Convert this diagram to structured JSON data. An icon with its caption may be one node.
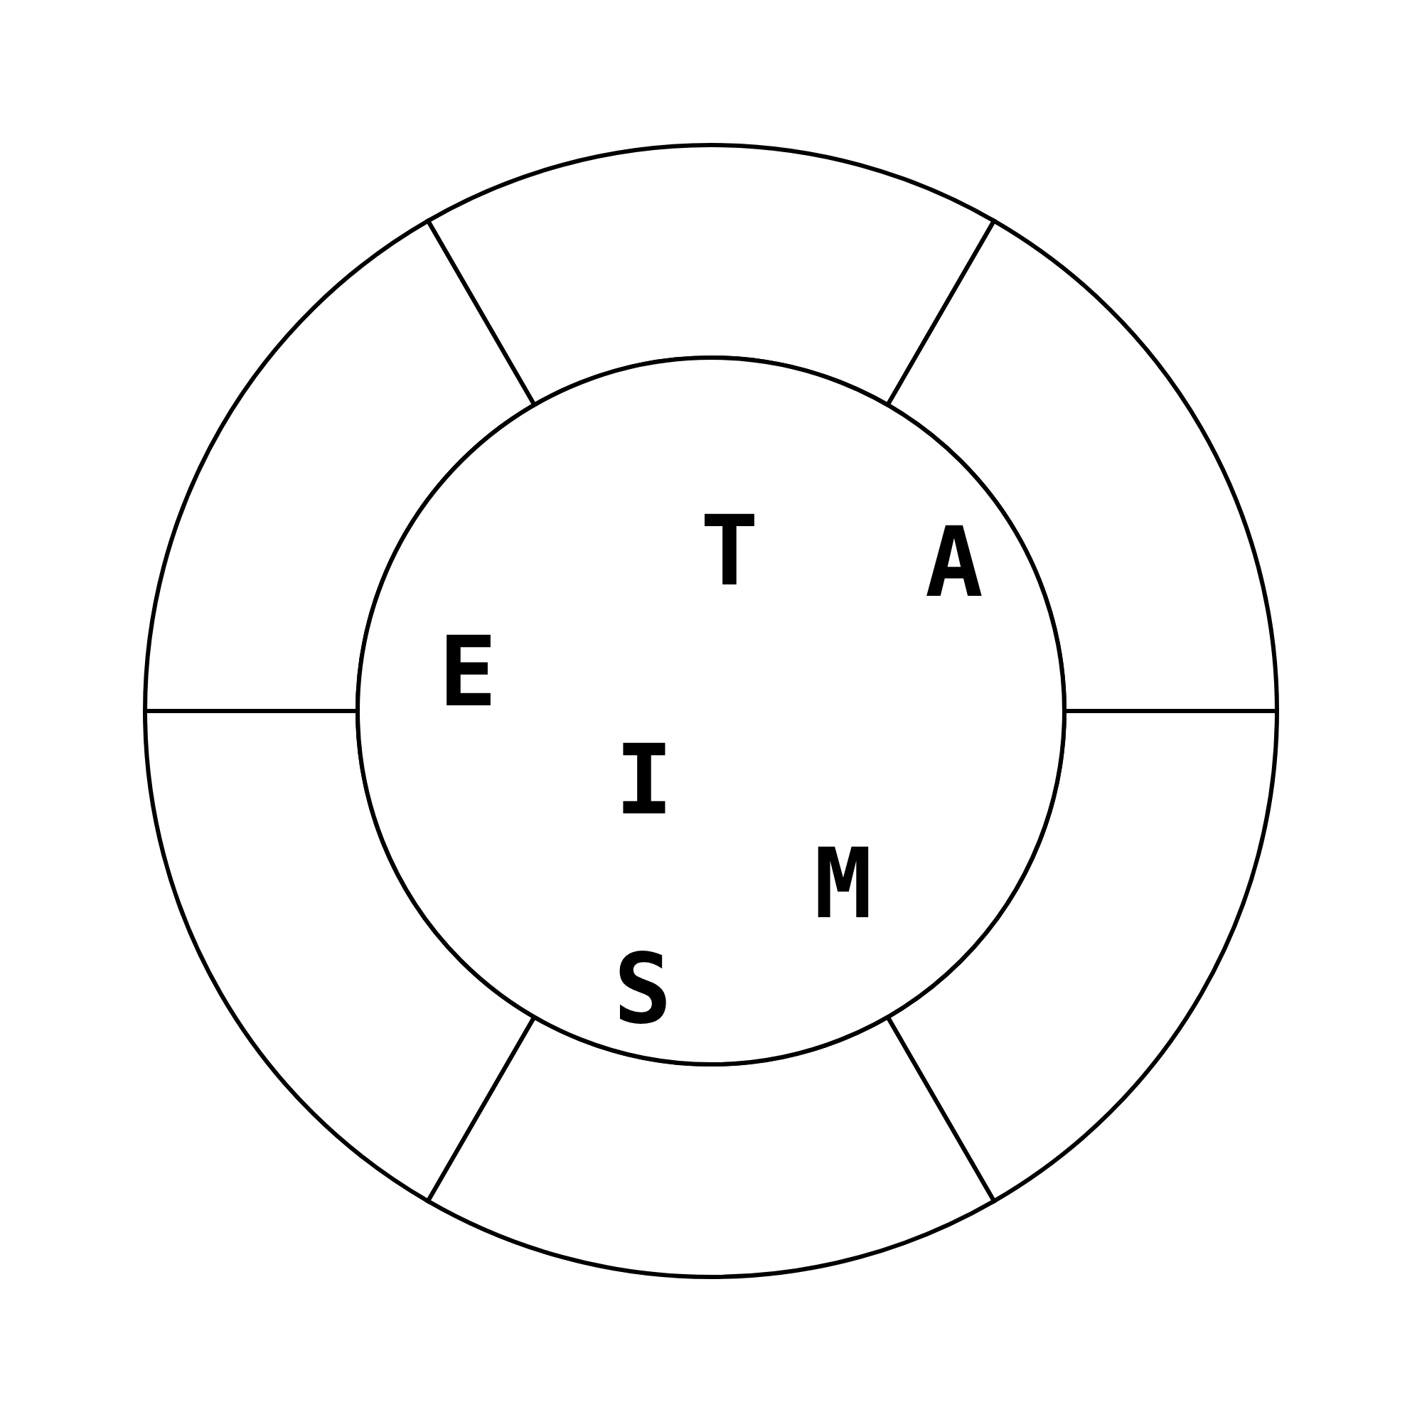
{
  "diagram": {
    "nodes": [
      {
        "text": [],
        "shape": "segment"
      },
      {
        "text": [],
        "shape": "segment"
      },
      {
        "text": [],
        "shape": "segment"
      },
      {
        "text": [
          "T",
          "A",
          "E",
          "I",
          "M",
          "S"
        ]
      },
      {
        "text": [],
        "shape": "segment"
      },
      {
        "text": [],
        "shape": "segment"
      },
      {
        "text": [],
        "shape": "segment"
      }
    ]
  }
}
